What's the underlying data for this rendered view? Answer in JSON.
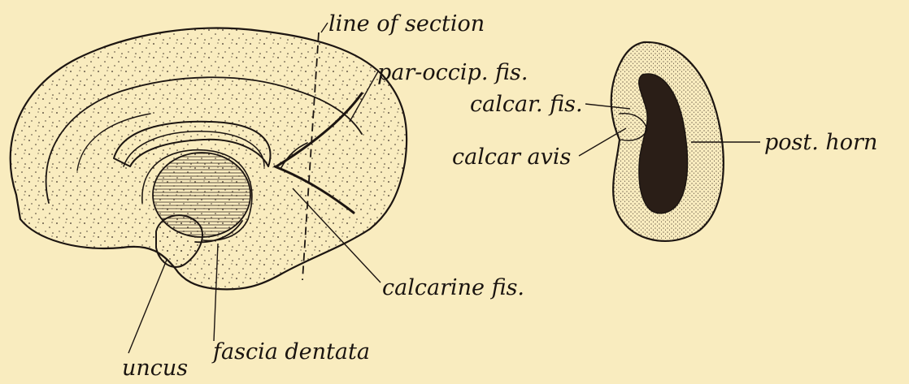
{
  "colors": {
    "background": "#f9ecbf",
    "ink": "#1c1511",
    "tissue": "#f3e5b7",
    "horn": "#2a1e17"
  },
  "labels": {
    "line_of_section": "line of section",
    "par_occip_fis": "par-occip. fis.",
    "calcarine_fis": "calcarine fis.",
    "fascia_dentata": "fascia dentata",
    "uncus": "uncus",
    "calcar_fis": "calcar. fis.",
    "calcar_avis": "calcar avis",
    "post_horn": "post. horn"
  }
}
